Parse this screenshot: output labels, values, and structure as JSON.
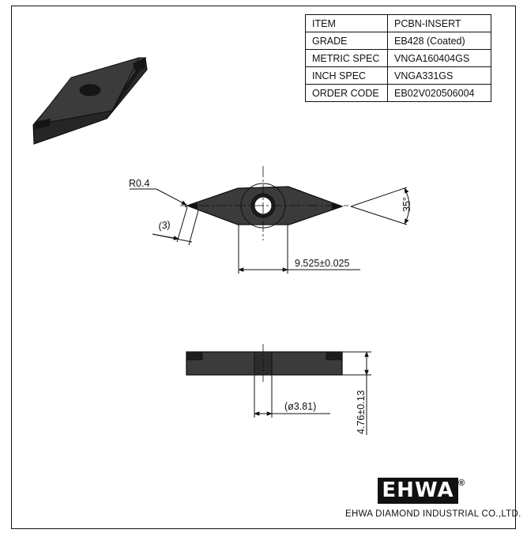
{
  "spec_table": {
    "rows": [
      {
        "key": "ITEM",
        "value": "PCBN-INSERT"
      },
      {
        "key": "GRADE",
        "value": "EB428 (Coated)"
      },
      {
        "key": "METRIC SPEC",
        "value": "VNGA160404GS"
      },
      {
        "key": "INCH SPEC",
        "value": "VNGA331GS"
      },
      {
        "key": "ORDER CODE",
        "value": "EB02V020506004"
      }
    ]
  },
  "dimensions": {
    "corner_radius": "R0.4",
    "edge_width": "(3)",
    "inscribed_circle": "9.525±0.025",
    "angle": "35°",
    "hole_diameter": "(ø3.81)",
    "thickness": "4.76±0.13"
  },
  "brand": {
    "logo": "EHWA",
    "registered": "®",
    "company": "EHWA DIAMOND INDUSTRIAL CO.,LTD."
  },
  "colors": {
    "insert_fill": "#3b3b3b",
    "insert_dark": "#1c1c1c",
    "line": "#111111"
  }
}
